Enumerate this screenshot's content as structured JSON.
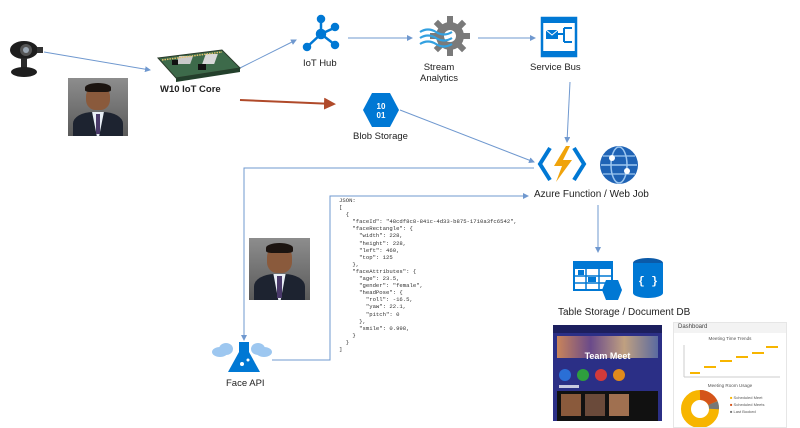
{
  "nodes": {
    "w10": "W10 IoT Core",
    "iothub": "IoT Hub",
    "stream": "Stream\nAnalytics",
    "servicebus": "Service Bus",
    "blob": "Blob Storage",
    "azfunc": "Azure Function / Web Job",
    "table": "Table Storage / Document DB",
    "faceapi": "Face API"
  },
  "json_sample": "JSON:\n[\n  {\n    \"faceId\": \"48cdf8c8-841c-4d33-b875-1710a3fc6542\",\n    \"faceRectangle\": {\n      \"width\": 228,\n      \"height\": 228,\n      \"left\": 460,\n      \"top\": 125\n    },\n    \"faceAttributes\": {\n      \"age\": 23.5,\n      \"gender\": \"female\",\n      \"headPose\": {\n        \"roll\": -16.5,\n        \"yaw\": 22.1,\n        \"pitch\": 0\n      },\n      \"smile\": 0.998,\n    }\n  }\n]",
  "app_screen": {
    "title": "Team Meet"
  },
  "dashboard": {
    "title": "Dashboard",
    "chart1_title": "Meeting Time Trends",
    "chart2_title": "Meeting Room Usage",
    "legend": [
      "Scheduled Meet",
      "Scheduled Meets",
      "Last Booked"
    ]
  },
  "colors": {
    "azure": "#0078d4",
    "arrow": "#6f98cf",
    "function": "#f0a30a",
    "app_bg": "#2b2f86",
    "dashboard_accent": "#f7b500"
  }
}
